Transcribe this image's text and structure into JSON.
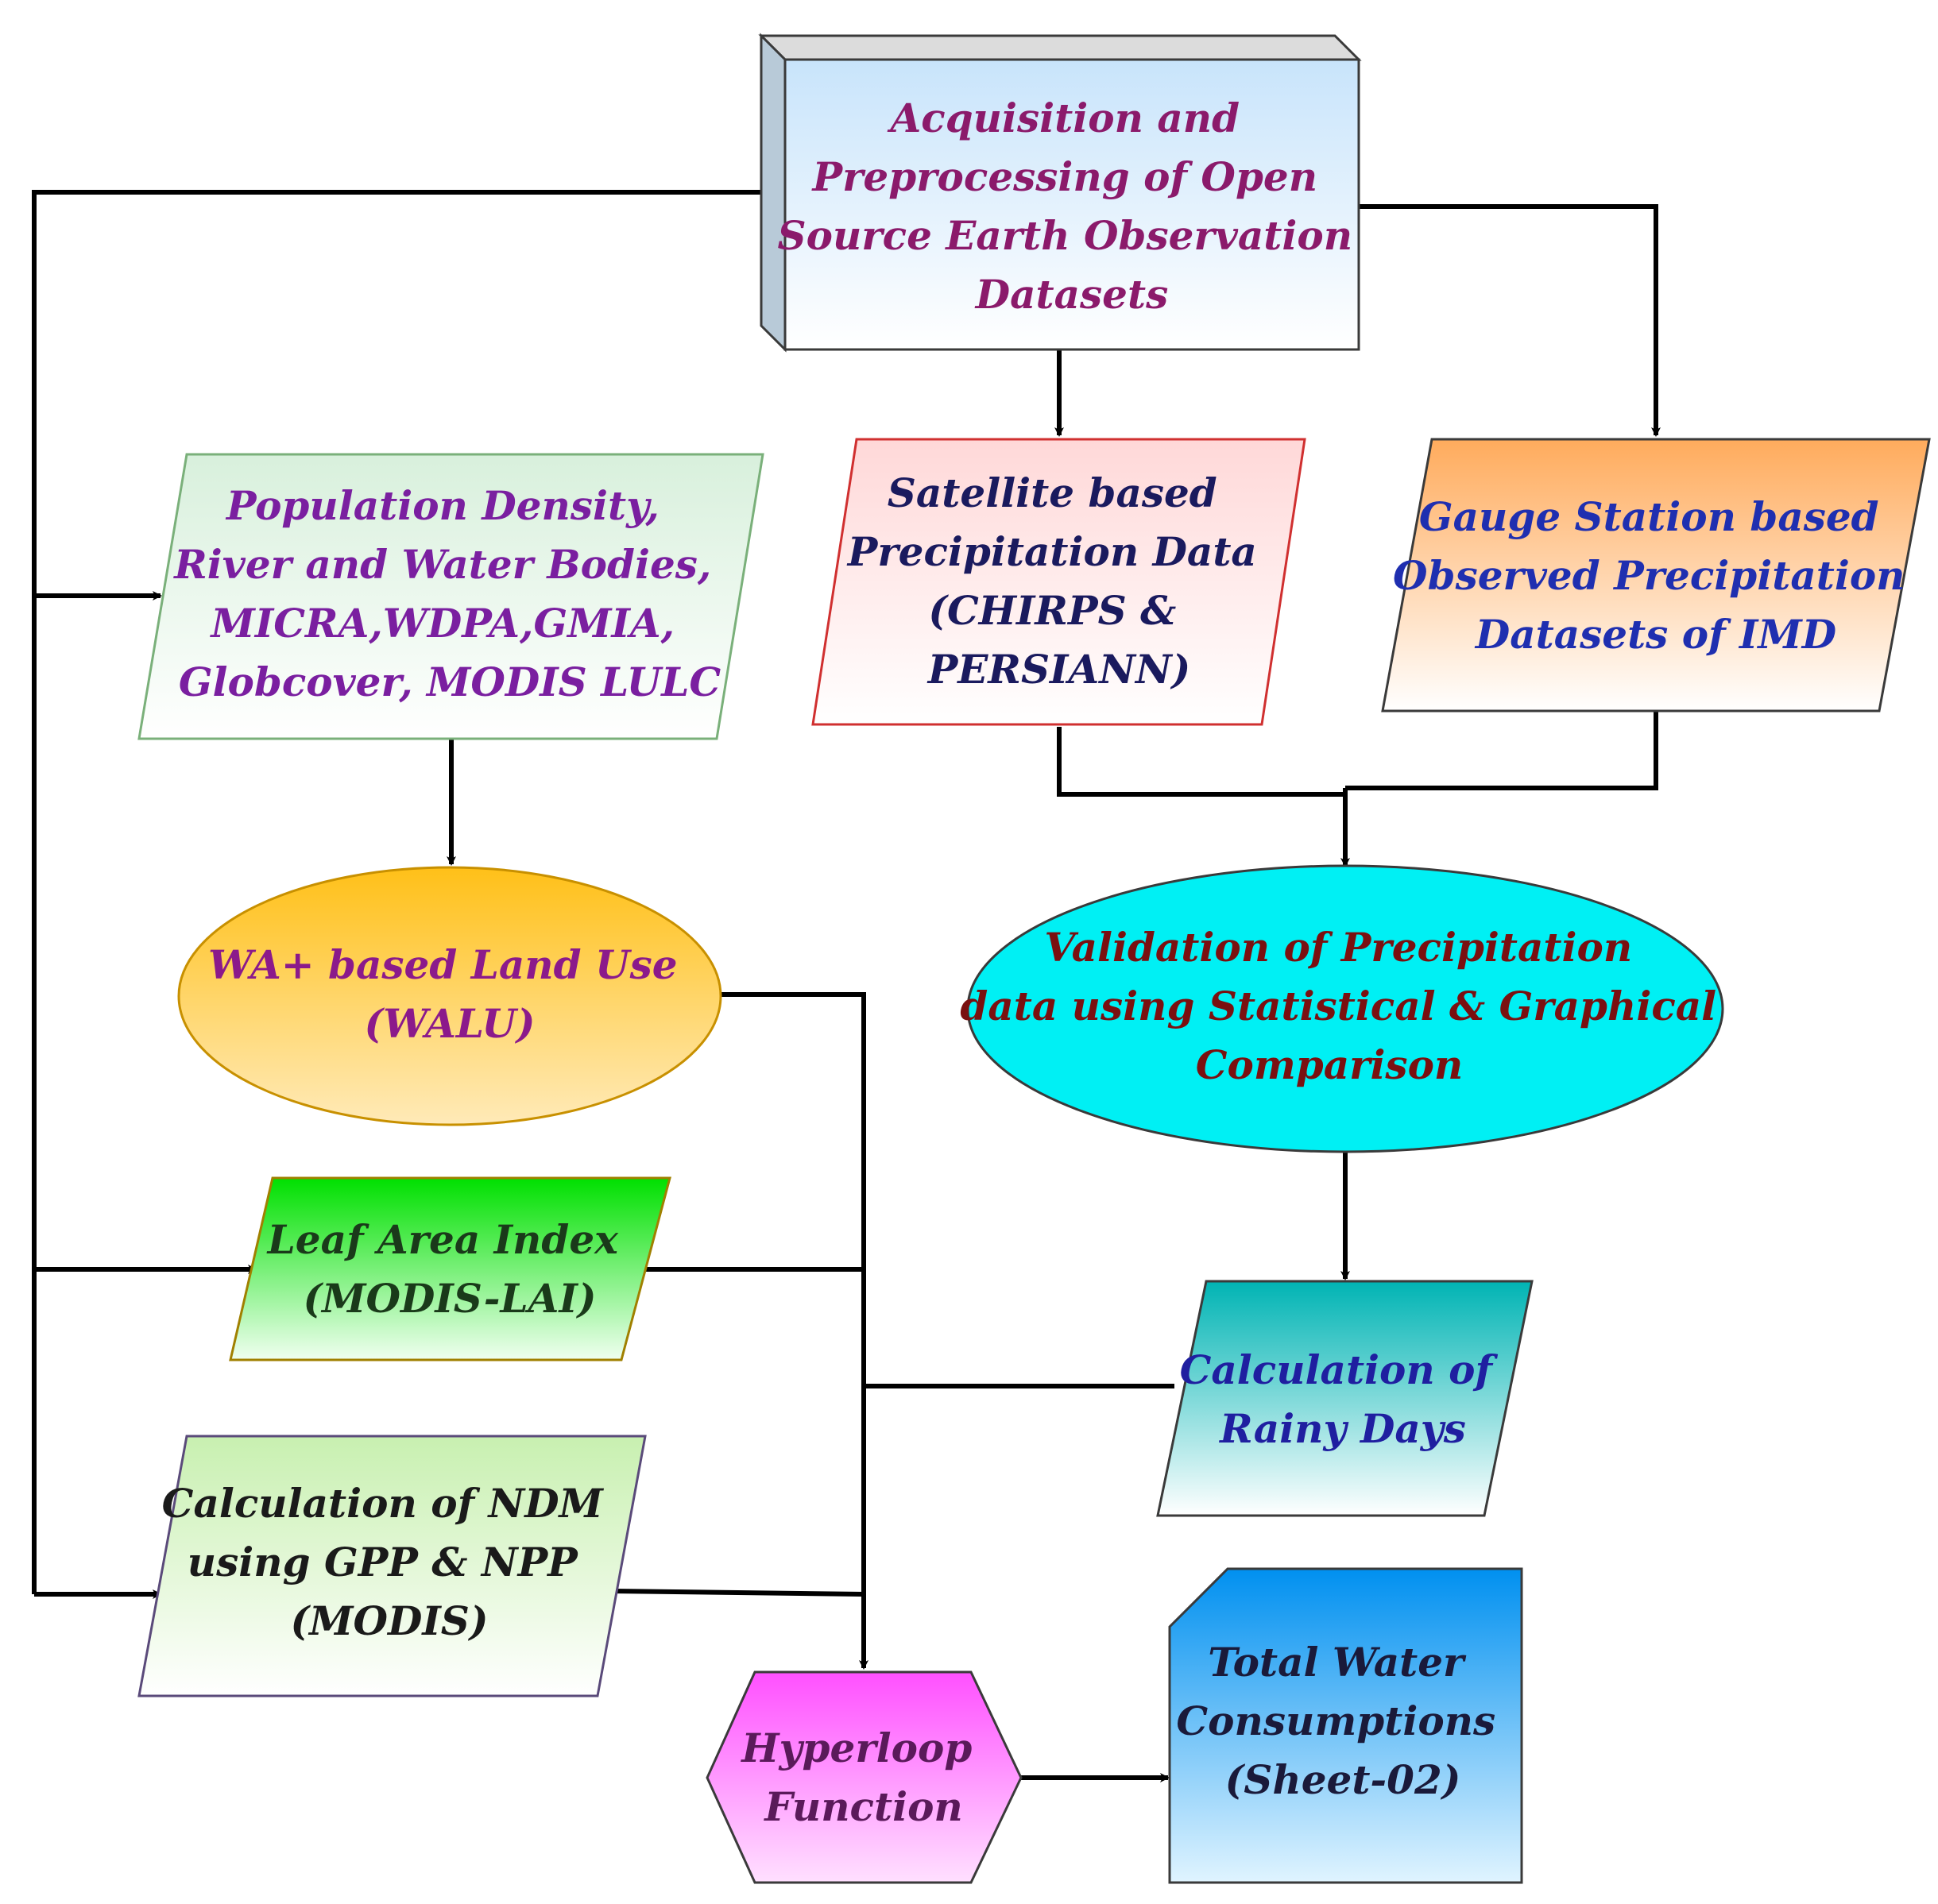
{
  "nodes": {
    "acquisition": {
      "lines": [
        "Acquisition and",
        "Preprocessing of Open",
        "Source Earth Observation",
        "Datasets"
      ],
      "text_color": "#8b1a6b"
    },
    "population": {
      "lines": [
        "Population Density,",
        "River and Water Bodies,",
        "MICRA,WDPA,GMIA,",
        "Globcover, MODIS LULC"
      ],
      "text_color": "#7a1fa0"
    },
    "satellite": {
      "lines": [
        "Satellite based",
        "Precipitation Data",
        "(CHIRPS &",
        "PERSIANN)"
      ],
      "text_color": "#1a1a5e"
    },
    "gauge": {
      "lines": [
        "Gauge Station based",
        "Observed Precipitation",
        "Datasets of IMD"
      ],
      "text_color": "#1f2fb0"
    },
    "walu": {
      "lines": [
        "WA+ based Land Use",
        "(WALU)"
      ],
      "text_color": "#8b1a8b"
    },
    "validation": {
      "lines": [
        "Validation of Precipitation",
        "data using Statistical & Graphical",
        "Comparison"
      ],
      "text_color": "#7a1010"
    },
    "lai": {
      "lines": [
        "Leaf Area Index",
        "(MODIS-LAI)"
      ],
      "text_color": "#1a3a1a"
    },
    "rainy": {
      "lines": [
        "Calculation of",
        "Rainy Days"
      ],
      "text_color": "#1f1fa0"
    },
    "ndm": {
      "lines": [
        "Calculation of NDM",
        "using GPP & NPP",
        "(MODIS)"
      ],
      "text_color": "#1a1a1a"
    },
    "hyperloop": {
      "lines": [
        "Hyperloop",
        "Function"
      ],
      "text_color": "#5a1a5a"
    },
    "total": {
      "lines": [
        "Total Water",
        "Consumptions",
        "(Sheet-02)"
      ],
      "text_color": "#1a1a3a"
    }
  },
  "colors": {
    "acquisition_top": "#c8e4fb",
    "acquisition_bottom": "#ffffff",
    "population_top": "#d8f0dc",
    "population_bottom": "#ffffff",
    "satellite_top": "#ffd8d8",
    "satellite_bottom": "#ffffff",
    "gauge_top": "#ffab5c",
    "gauge_bottom": "#ffffff",
    "walu_top": "#ffc018",
    "walu_bottom": "#ffeab8",
    "validation": "#00f0f4",
    "lai_top": "#00e000",
    "lai_bottom": "#f0fff0",
    "rainy_top": "#00b4b4",
    "rainy_bottom": "#ffffff",
    "ndm_top": "#c8f0b0",
    "ndm_bottom": "#ffffff",
    "hyperloop_top": "#ff50ff",
    "hyperloop_bottom": "#ffe0ff",
    "total_top": "#0090f0",
    "total_bottom": "#e0f4ff"
  }
}
